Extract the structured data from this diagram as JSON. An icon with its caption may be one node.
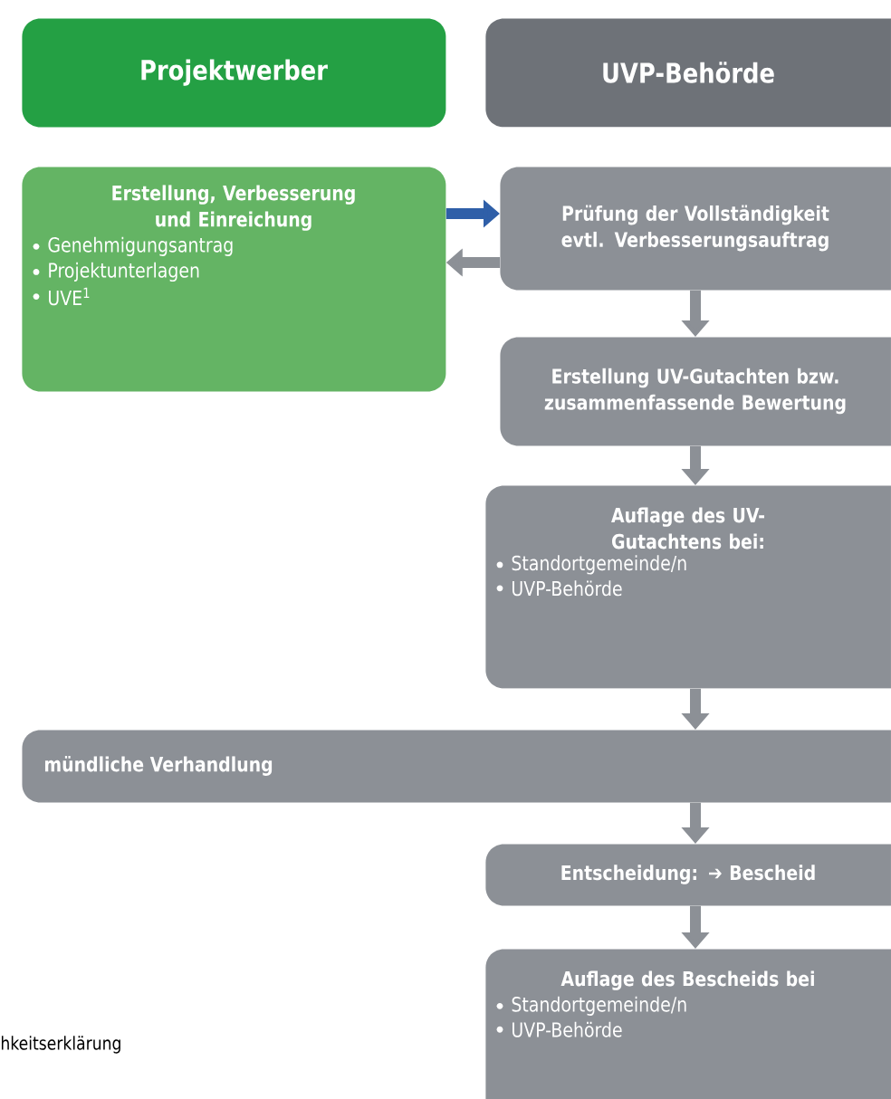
{
  "diagram": {
    "nodes": [
      {
        "text": [
          "Projektwerber"
        ]
      },
      {
        "text": [
          "UVP-Behörde"
        ]
      },
      {
        "text": [
          "Erstellung, Verbesserung und Einreichung",
          "Genehmigungsantrag",
          "Projektunterlagen",
          "UVE$^{1}$"
        ]
      },
      {
        "text": [
          "Prüfung der Vollständigkeit evtl. Verbesserungsauftrag"
        ]
      },
      {
        "text": [
          "Erstellung UV-Gutachten bzw. zusammenfassende Bewertung"
        ]
      },
      {
        "text": [
          "Auflage des UV-Gutachtens bei:",
          "Standortgemeinde/n",
          "UVP-Behörde"
        ]
      },
      {
        "text": [
          "mündliche Verhandlung"
        ]
      },
      {
        "text": [
          "Entscheidung: ➔ Bescheid"
        ]
      },
      {
        "text": [
          "Auflage des Bescheids bei",
          "Standortgemeinde/n",
          "UVP-Behörde"
        ]
      }
    ],
    "edges": [
      {
        "from": 2,
        "to": 3,
        "arrow": "to",
        "color": "#2f5fa8"
      },
      {
        "from": 3,
        "to": 2,
        "arrow": "to"
      },
      {
        "from": 3,
        "to": 4,
        "arrow": "to"
      },
      {
        "from": 4,
        "to": 5,
        "arrow": "to"
      },
      {
        "from": 5,
        "to": 6,
        "arrow": "to"
      },
      {
        "from": 6,
        "to": 7,
        "arrow": "to"
      },
      {
        "from": 7,
        "to": 8,
        "arrow": "to"
      }
    ],
    "labels": [
      "hkeitserklärung"
    ]
  }
}
